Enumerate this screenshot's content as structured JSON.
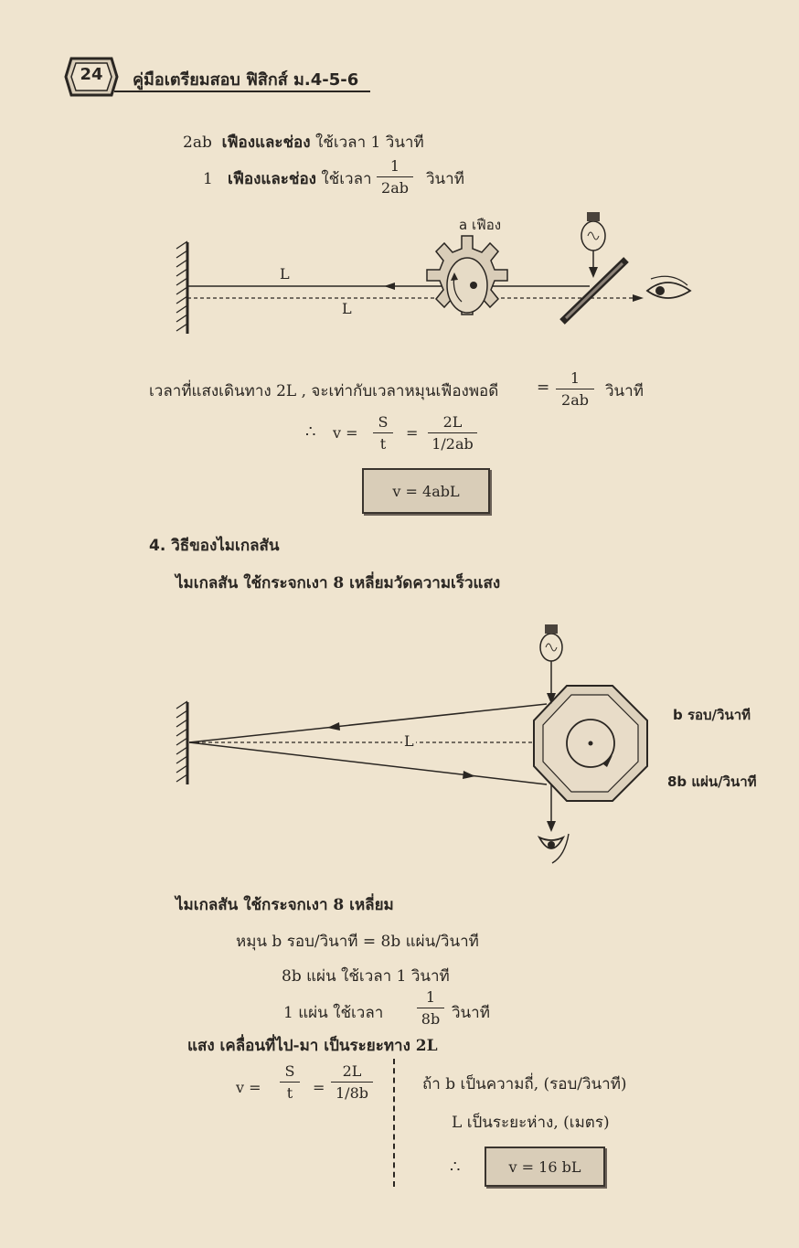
{
  "header": {
    "page_number": "24",
    "book_title": "คู่มือเตรียมสอบ ฟิสิกส์ ม.4-5-6"
  },
  "fizeau": {
    "line1": {
      "count": "2ab",
      "text": "เฟืองและช่อง",
      "rest": "ใช้เวลา 1 วินาที"
    },
    "line2": {
      "count": "1",
      "text": "เฟืองและช่อง",
      "rest": "ใช้เวลา",
      "frac_num": "1",
      "frac_den": "2ab",
      "unit": "วินาที"
    },
    "diagram": {
      "gear_label": "a เฟือง",
      "L_top": "L",
      "L_bottom": "L"
    },
    "time_statement": "เวลาที่แสงเดินทาง 2L , จะเท่ากับเวลาหมุนเฟืองพอดี",
    "time_equals": "=",
    "time_frac_num": "1",
    "time_frac_den": "2ab",
    "time_unit": "วินาที",
    "therefore": "∴",
    "v_eq": "v =",
    "s_num": "S",
    "s_den": "t",
    "eq2": "=",
    "l_num": "2L",
    "l_den": "1/2ab",
    "result": "v  =  4abL"
  },
  "michelson": {
    "heading": "4.  วิธีของไมเกลสัน",
    "intro": "ไมเกลสัน ใช้กระจกเงา 8 เหลี่ยมวัดความเร็วแสง",
    "diagram": {
      "rev_label": "b รอบ/วินาที",
      "panel_label": "8b แผ่น/วินาที",
      "L_label": "L"
    },
    "calc": {
      "line1": "ไมเกลสัน ใช้กระจกเงา 8 เหลี่ยม",
      "line2": "หมุน  b  รอบ/วินาที  =  8b  แผ่น/วินาที",
      "line3": "8b  แผ่น  ใช้เวลา   1    วินาที",
      "line4_pre": "1    แผ่น  ใช้เวลา",
      "line4_num": "1",
      "line4_den": "8b",
      "line4_unit": "วินาที",
      "line5": "แสง  เคลื่อนที่ไป-มา  เป็นระยะทาง  2L",
      "v_eq": "v  =",
      "s_num": "S",
      "s_den": "t",
      "eq2": "=",
      "l_num": "2L",
      "l_den": "1/8b",
      "note1": "ถ้า  b  เป็นความถี่, (รอบ/วินาที)",
      "note2": "L  เป็นระยะห่าง, (เมตร)",
      "therefore": "∴",
      "result": "v  =  16 bL"
    }
  }
}
